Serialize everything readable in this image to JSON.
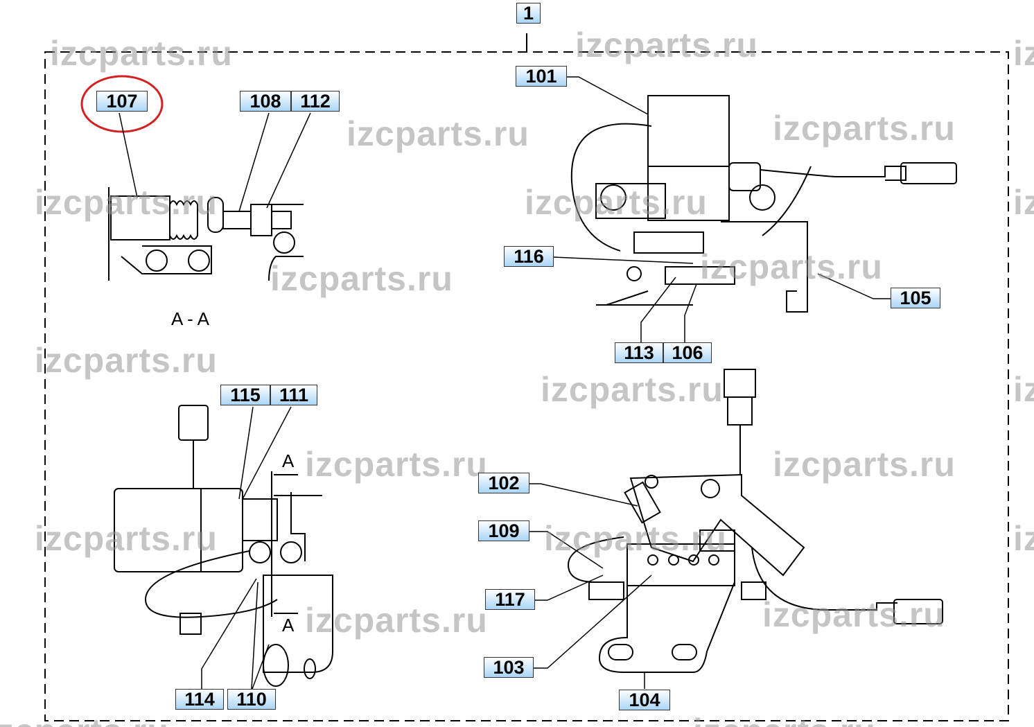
{
  "diagram": {
    "assembly_label": "1",
    "section_label": "A - A",
    "section_marker": "A",
    "highlighted_part": "107",
    "highlight_color": "#d42020",
    "callouts": [
      "101",
      "102",
      "103",
      "104",
      "105",
      "106",
      "107",
      "108",
      "109",
      "110",
      "111",
      "112",
      "113",
      "114",
      "115",
      "116",
      "117"
    ],
    "watermark": "izcparts.ru"
  }
}
